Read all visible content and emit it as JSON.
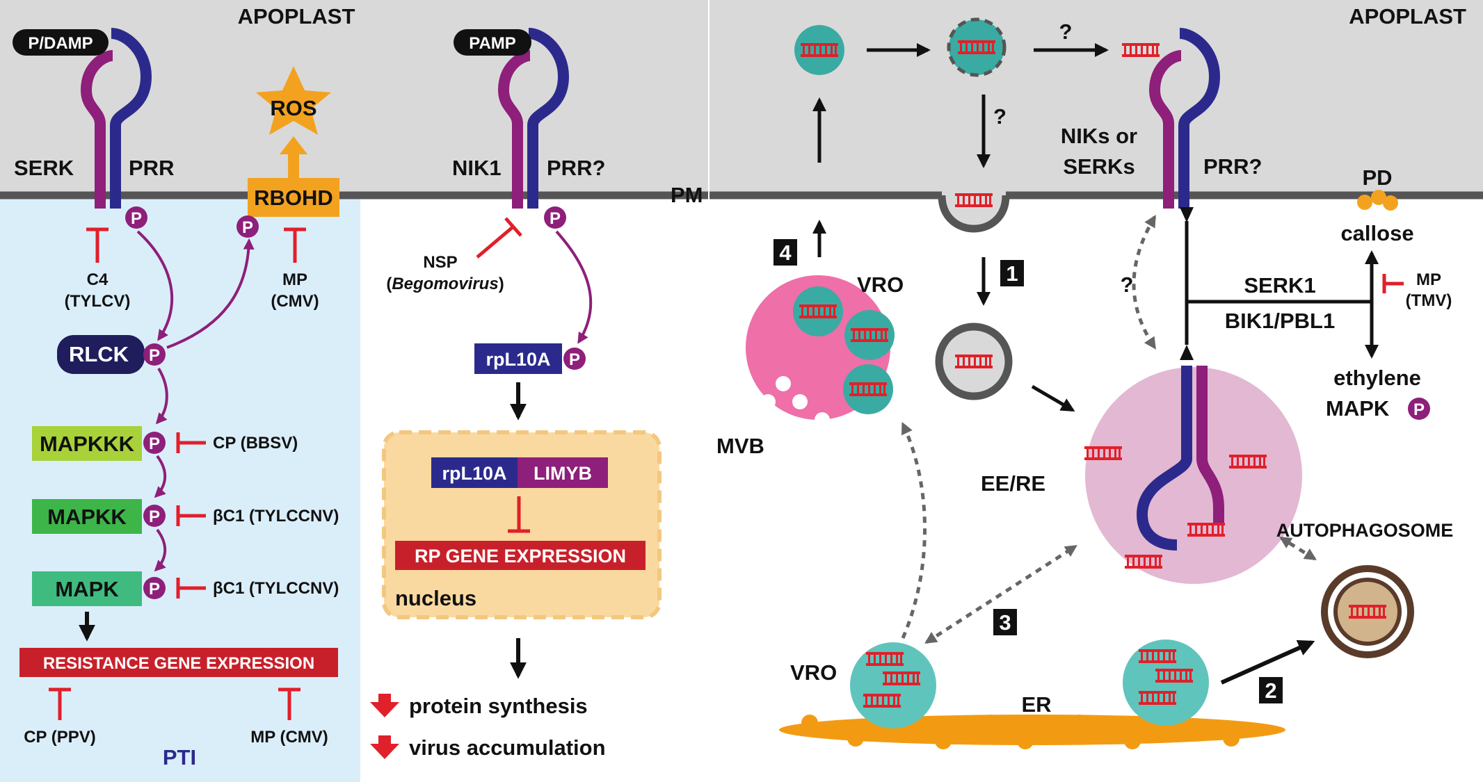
{
  "left": {
    "apoplast": "APOPLAST",
    "pdamp": "P/DAMP",
    "serk": "SERK",
    "prr": "PRR",
    "ros": "ROS",
    "rbohd": "RBOHD",
    "c4": "C4",
    "c4_virus": "(TYLCV)",
    "mp_cmv_1": "MP",
    "mp_cmv_1_virus": "(CMV)",
    "rlck": "RLCK",
    "mapkkk": "MAPKKK",
    "mapkk": "MAPKK",
    "mapk": "MAPK",
    "cp_bbsv": "CP (BBSV)",
    "bc1_a": "βC1 (TYLCCNV)",
    "bc1_b": "βC1 (TYLCCNV)",
    "resistance": "RESISTANCE GENE EXPRESSION",
    "cp_ppv": "CP (PPV)",
    "mp_cmv_2": "MP (CMV)",
    "pti": "PTI",
    "p": "P"
  },
  "middle": {
    "pamp": "PAMP",
    "nik1": "NIK1",
    "prr_q": "PRR?",
    "nsp": "NSP",
    "begomovirus": "Begomovirus",
    "rpl10a": "rpL10A",
    "complex_a": "rpL10A",
    "complex_b": "LIMYB",
    "rp_gene": "RP GENE EXPRESSION",
    "nucleus": "nucleus",
    "protein": "protein synthesis",
    "virus_acc": "virus accumulation",
    "pm": "PM"
  },
  "right": {
    "apoplast": "APOPLAST",
    "q1": "?",
    "q2": "?",
    "q3": "?",
    "niks": "NIKs or",
    "serks": "SERKs",
    "prr_q": "PRR?",
    "pd": "PD",
    "callose": "callose",
    "serk1": "SERK1",
    "bik1": "BIK1/PBL1",
    "mp_tmv": "MP",
    "mp_tmv_virus": "(TMV)",
    "ethylene": "ethylene",
    "mapk": "MAPK",
    "p": "P",
    "vro_top": "VRO",
    "mvb": "MVB",
    "eere": "EE/RE",
    "autophagosome": "AUTOPHAGOSOME",
    "vro_bottom": "VRO",
    "er": "ER",
    "step1": "1",
    "step2": "2",
    "step3": "3",
    "step4": "4"
  },
  "colors": {
    "apoplast": "#d9d9d9",
    "pti_panel": "#daeefa",
    "membrane": "#555555",
    "purple": "#8e1f7a",
    "navy": "#2b2a8c",
    "red": "#e0202a",
    "orange": "#f3a21f",
    "green_light": "#a8d13a",
    "green_mid": "#3db549",
    "green_teal": "#3fbb7f",
    "nucleus": "#fad9a0",
    "teal": "#3aaba2",
    "pink": "#ef6fa8",
    "eere": "#e3b8d2"
  }
}
